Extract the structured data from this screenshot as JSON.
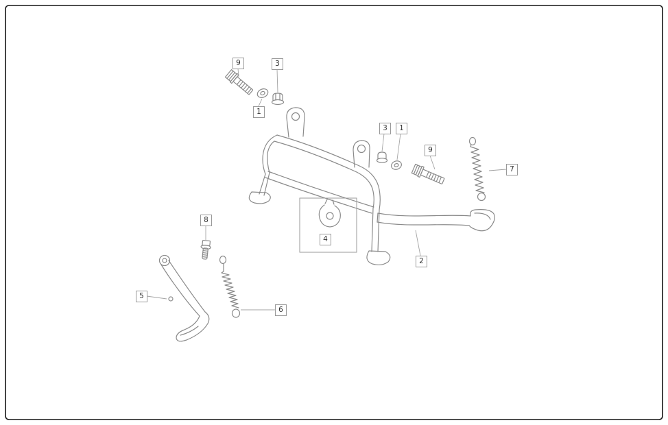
{
  "diagram": {
    "background_color": "#ffffff",
    "frame_border_color": "#151515",
    "part_line_color": "#8a8a8a",
    "leader_line_color": "#a3a3a3",
    "callout_border_color": "#999999",
    "callout_text_color": "#333333",
    "part_numbers_visible": [
      "1",
      "2",
      "3",
      "4",
      "5",
      "6",
      "7",
      "8",
      "9"
    ]
  },
  "callouts": [
    {
      "label": "9"
    },
    {
      "label": "3"
    },
    {
      "label": "1"
    },
    {
      "label": "3"
    },
    {
      "label": "1"
    },
    {
      "label": "9"
    },
    {
      "label": "7"
    },
    {
      "label": "2"
    },
    {
      "label": "4"
    },
    {
      "label": "8"
    },
    {
      "label": "5"
    },
    {
      "label": "6"
    }
  ]
}
